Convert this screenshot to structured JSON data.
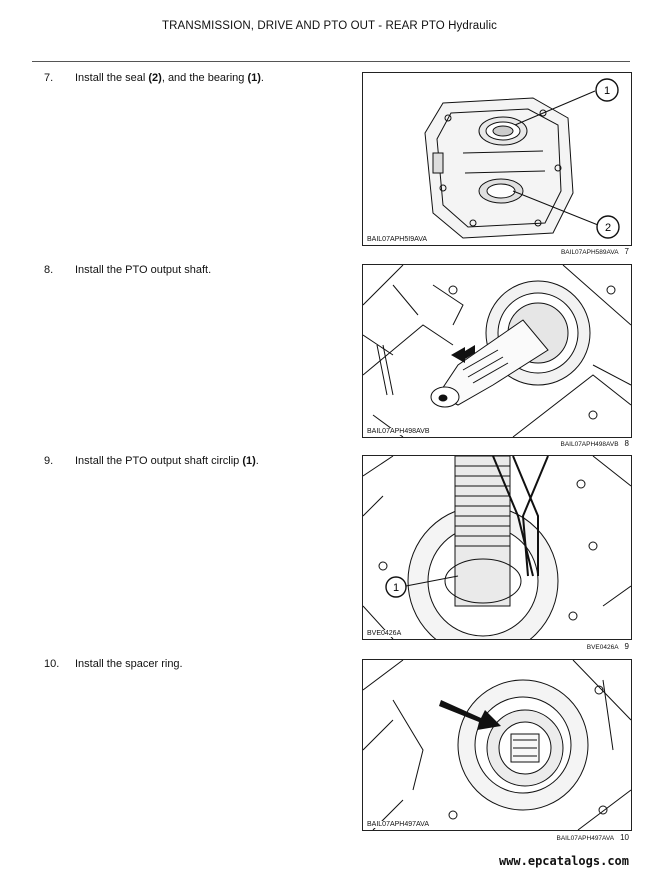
{
  "header": {
    "title": "TRANSMISSION, DRIVE AND PTO OUT - REAR PTO Hydraulic"
  },
  "steps": [
    {
      "number": "7.",
      "parts": [
        "Install the seal ",
        "(2)",
        ", and the bearing ",
        "(1)",
        "."
      ],
      "figure_code": "BAIL07APH5I9AVA",
      "caption_code": "BAIL07APH589AVA",
      "caption_number": "7",
      "callouts": [
        "1",
        "2"
      ]
    },
    {
      "number": "8.",
      "parts": [
        "Install the PTO output shaft."
      ],
      "figure_code": "BAIL07APH498AVB",
      "caption_code": "BAIL07APH498AVB",
      "caption_number": "8",
      "callouts": []
    },
    {
      "number": "9.",
      "parts": [
        "Install the PTO output shaft circlip ",
        "(1)",
        "."
      ],
      "figure_code": "BVE0426A",
      "caption_code": "BVE0426A",
      "caption_number": "9",
      "callouts": [
        "1"
      ]
    },
    {
      "number": "10.",
      "parts": [
        "Install the spacer ring."
      ],
      "figure_code": "BAIL07APH497AVA",
      "caption_code": "BAIL07APH497AVA",
      "caption_number": "10",
      "callouts": []
    }
  ],
  "footer": {
    "watermark": "www.epcatalogs.com"
  }
}
